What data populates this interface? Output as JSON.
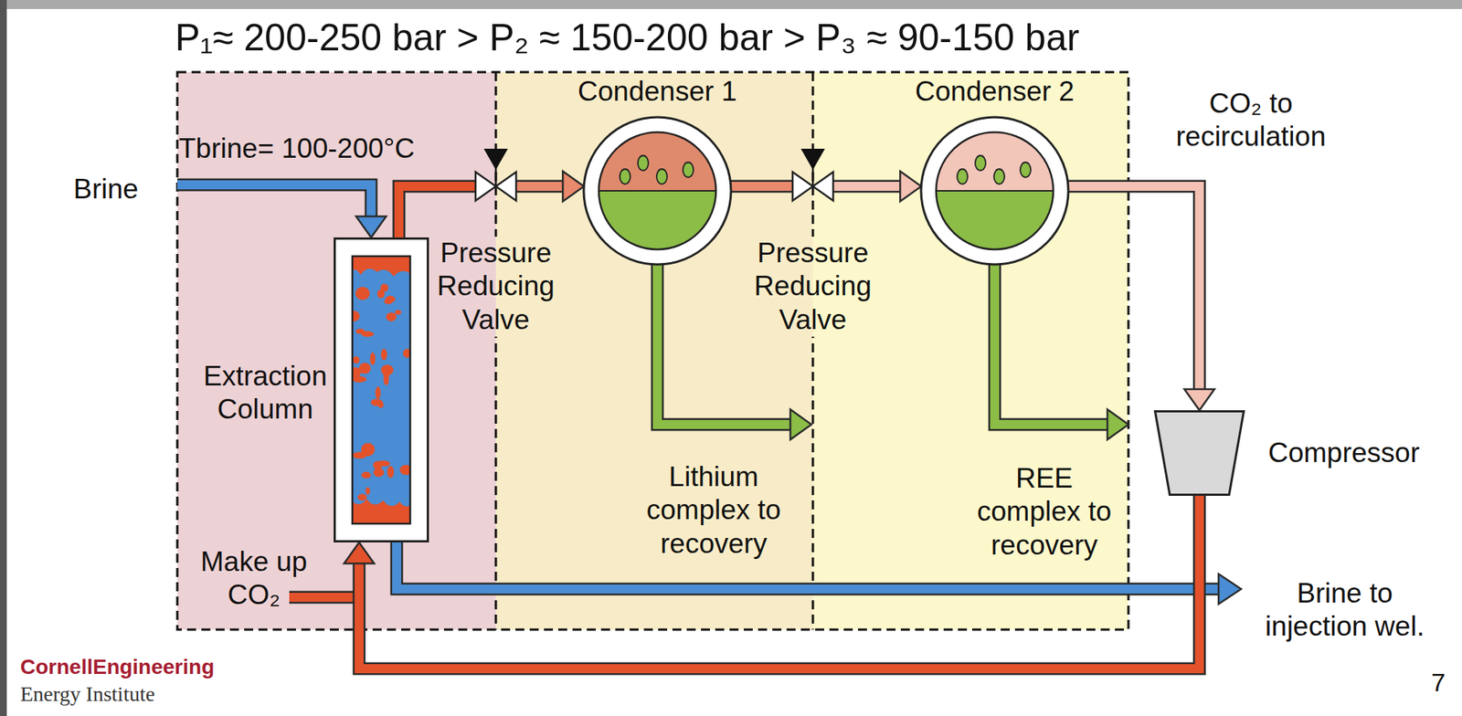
{
  "diagram": {
    "title": "P₁≈ 200-250 bar > P₂ ≈ 150-200 bar > P₃ ≈ 90-150 bar",
    "nodes": [
      {
        "text": [
          "Extraction Column"
        ]
      },
      {
        "text": [
          "Pressure Reducing Valve"
        ]
      },
      {
        "text": [
          "Condenser 1"
        ]
      },
      {
        "text": [
          "Pressure Reducing Valve"
        ]
      },
      {
        "text": [
          "Condenser 2"
        ]
      },
      {
        "text": [
          "Compressor"
        ]
      }
    ],
    "edges": [
      {
        "from": 0,
        "to": 1,
        "arrow": "none"
      },
      {
        "from": 1,
        "to": 2,
        "arrow": "to"
      },
      {
        "from": 2,
        "to": 3,
        "arrow": "none"
      },
      {
        "from": 3,
        "to": 4,
        "arrow": "to"
      },
      {
        "from": 4,
        "to": 5,
        "arrow": "to"
      },
      {
        "from": 5,
        "to": 0,
        "arrow": "to"
      }
    ],
    "labels": [
      "Tbrine= 100-200°C",
      "Brine",
      "Make up CO₂",
      "Lithium complex to recovery",
      "REE complex to recovery",
      "CO₂ to recirculation",
      "Brine to injection wel.",
      "CornellEngineering",
      "Energy Institute",
      "7"
    ]
  }
}
